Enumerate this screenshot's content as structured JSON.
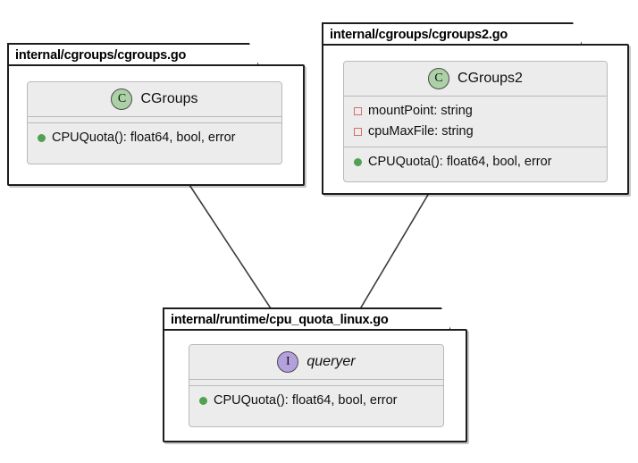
{
  "diagram": {
    "kind": "uml-package-class-diagram",
    "background_color": "#ffffff",
    "line_color": "#3a3a3a",
    "border_color": "#1d1d1d",
    "class_fill_color": "#ececec",
    "class_icon_color": "#ADD1A6",
    "interface_icon_color": "#B4A0DC",
    "method_marker_color": "#52a052",
    "field_marker_color": "#d4706e"
  },
  "packages": [
    {
      "id": "pkg-cgroups",
      "title": "internal/cgroups/cgroups.go",
      "classbox": {
        "id": "class-cgroups",
        "stereotype_glyph": "C",
        "stereotype": "class",
        "name": "CGroups",
        "italic": false,
        "fields": [],
        "methods": [
          {
            "marker": "method-bullet",
            "label": "CPUQuota(): float64, bool, error"
          }
        ]
      }
    },
    {
      "id": "pkg-cgroups2",
      "title": "internal/cgroups/cgroups2.go",
      "classbox": {
        "id": "class-cgroups2",
        "stereotype_glyph": "C",
        "stereotype": "class",
        "name": "CGroups2",
        "italic": false,
        "fields": [
          {
            "marker": "field-square",
            "label": "mountPoint: string"
          },
          {
            "marker": "field-square",
            "label": "cpuMaxFile: string"
          }
        ],
        "methods": [
          {
            "marker": "method-bullet",
            "label": "CPUQuota(): float64, bool, error"
          }
        ]
      }
    },
    {
      "id": "pkg-cpu-quota-linux",
      "title": "internal/runtime/cpu_quota_linux.go",
      "classbox": {
        "id": "interface-queryer",
        "stereotype_glyph": "I",
        "stereotype": "interface",
        "name": "queryer",
        "italic": true,
        "fields": [],
        "methods": [
          {
            "marker": "method-bullet",
            "label": "CPUQuota(): float64, bool, error"
          }
        ]
      }
    }
  ],
  "connectors": [
    {
      "id": "realization-cgroups-to-queryer",
      "from": "class-cgroups",
      "to": "interface-queryer",
      "type": "realization",
      "arrowhead": "hollow-triangle"
    },
    {
      "id": "realization-cgroups2-to-queryer",
      "from": "class-cgroups2",
      "to": "interface-queryer",
      "type": "realization",
      "arrowhead": "hollow-triangle"
    }
  ]
}
